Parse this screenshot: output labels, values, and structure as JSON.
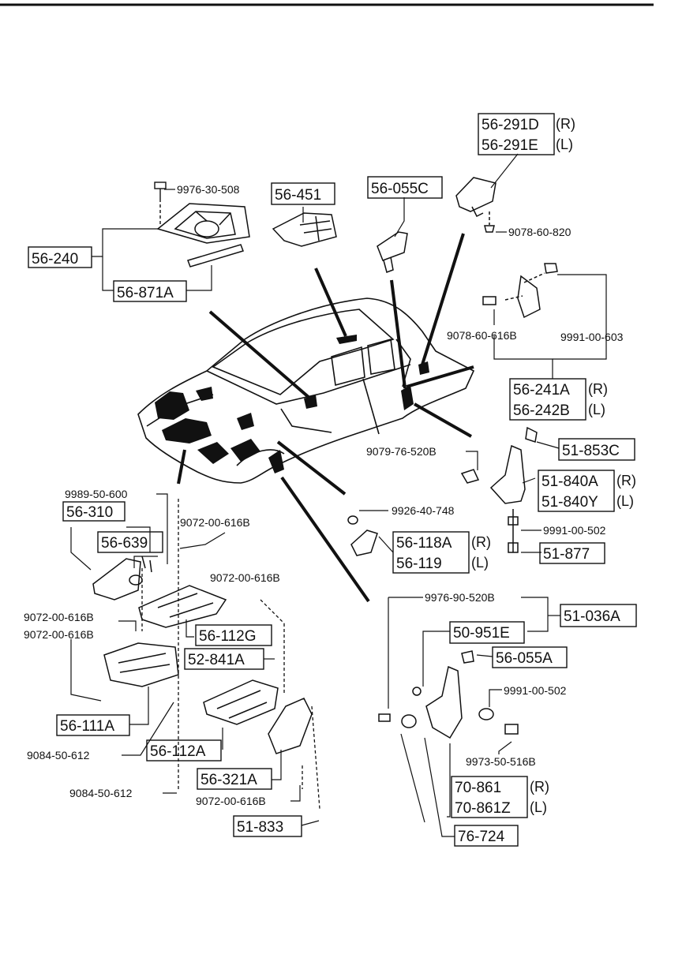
{
  "parts": {
    "p5624": "56-240",
    "p56871a": "56-871A",
    "p56451": "56-451",
    "p56055c": "56-055C",
    "p56291d": "56-291D",
    "p56291e": "56-291E",
    "p56241a": "56-241A",
    "p56242b": "56-242B",
    "p51853c": "51-853C",
    "p51840a": "51-840A",
    "p51840y": "51-840Y",
    "p51877": "51-877",
    "p56118a": "56-118A",
    "p56119": "56-119",
    "p56310": "56-310",
    "p56639": "56-639",
    "p56112g": "56-112G",
    "p52841a": "52-841A",
    "p56111a": "56-111A",
    "p56112a": "56-112A",
    "p56321a": "56-321A",
    "p51833": "51-833",
    "p51036a": "51-036A",
    "p50951e": "50-951E",
    "p56055a": "56-055A",
    "p70861": "70-861",
    "p70861z": "70-861Z",
    "p76724": "76-724"
  },
  "side": {
    "right": "(R)",
    "left": "(L)"
  },
  "fasteners": {
    "f9976_30_508": "9976-30-508",
    "f9078_60_820": "9078-60-820",
    "f9078_60_616b": "9078-60-616B",
    "f9991_00_603": "9991-00-603",
    "f9079_76_520b": "9079-76-520B",
    "f9926_40_748": "9926-40-748",
    "f9991_00_502": "9991-00-502",
    "f9989_50_600": "9989-50-600",
    "f9072_00_616b": "9072-00-616B",
    "f9084_50_612": "9084-50-612",
    "f9976_90_520b": "9976-90-520B",
    "f9973_50_516b": "9973-50-516B"
  }
}
